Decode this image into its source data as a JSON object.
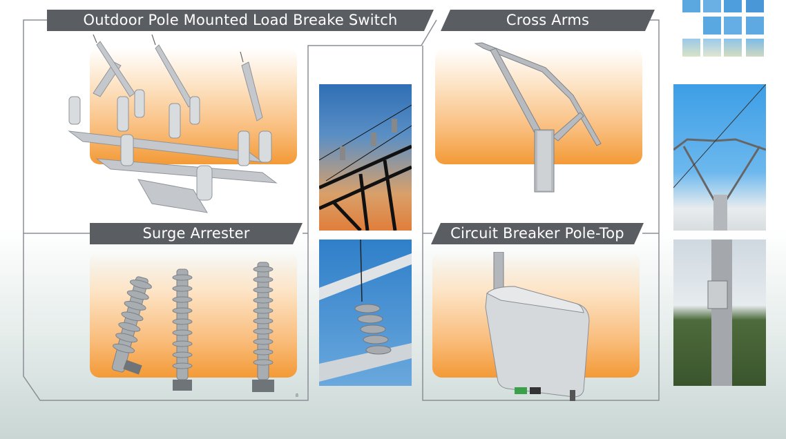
{
  "sections": {
    "load_break_switch": {
      "title": "Outdoor Pole Mounted Load Breake Switch"
    },
    "cross_arms": {
      "title": "Cross Arms"
    },
    "surge_arrester": {
      "title": "Surge Arrester"
    },
    "circuit_breaker": {
      "title": "Circuit Breaker Pole-Top"
    }
  },
  "page_number": "8",
  "colors": {
    "banner": "#5a5d62",
    "frame_line": "#8a8d93",
    "glow_orange": "#f39a36",
    "equipment_grey": "#b8bcc0",
    "sky_blue": "#3f8fd0"
  }
}
